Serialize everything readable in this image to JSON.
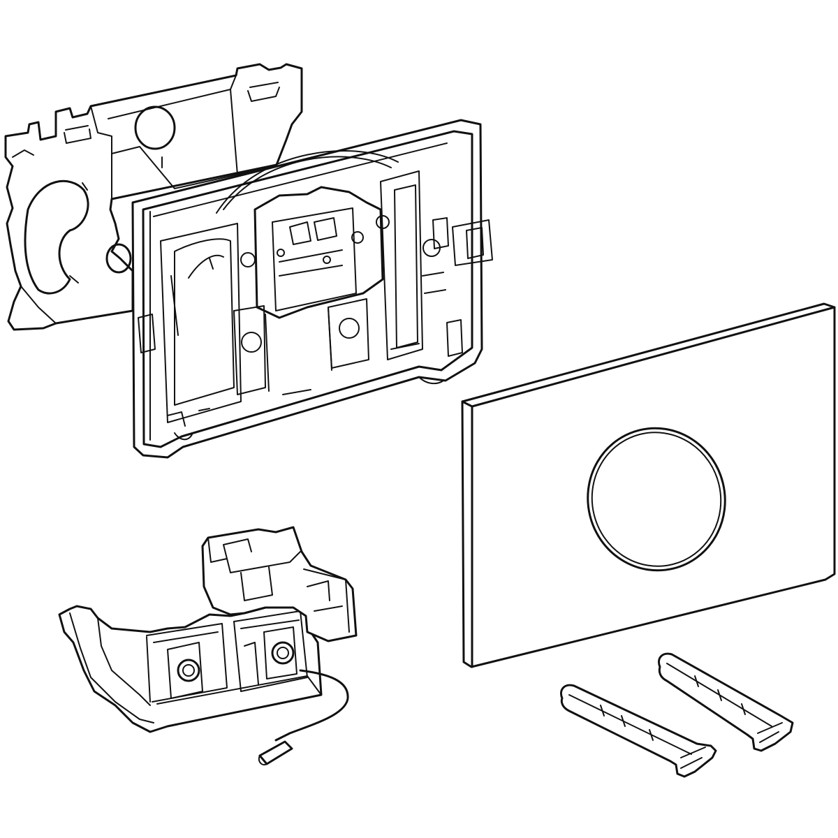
{
  "colors": {
    "line": "#111111",
    "background": "#ffffff"
  },
  "parts": [
    "rear-mounting-bracket",
    "mounting-frame",
    "cover-plate",
    "control-unit",
    "actuation-rod-left",
    "actuation-rod-right"
  ]
}
